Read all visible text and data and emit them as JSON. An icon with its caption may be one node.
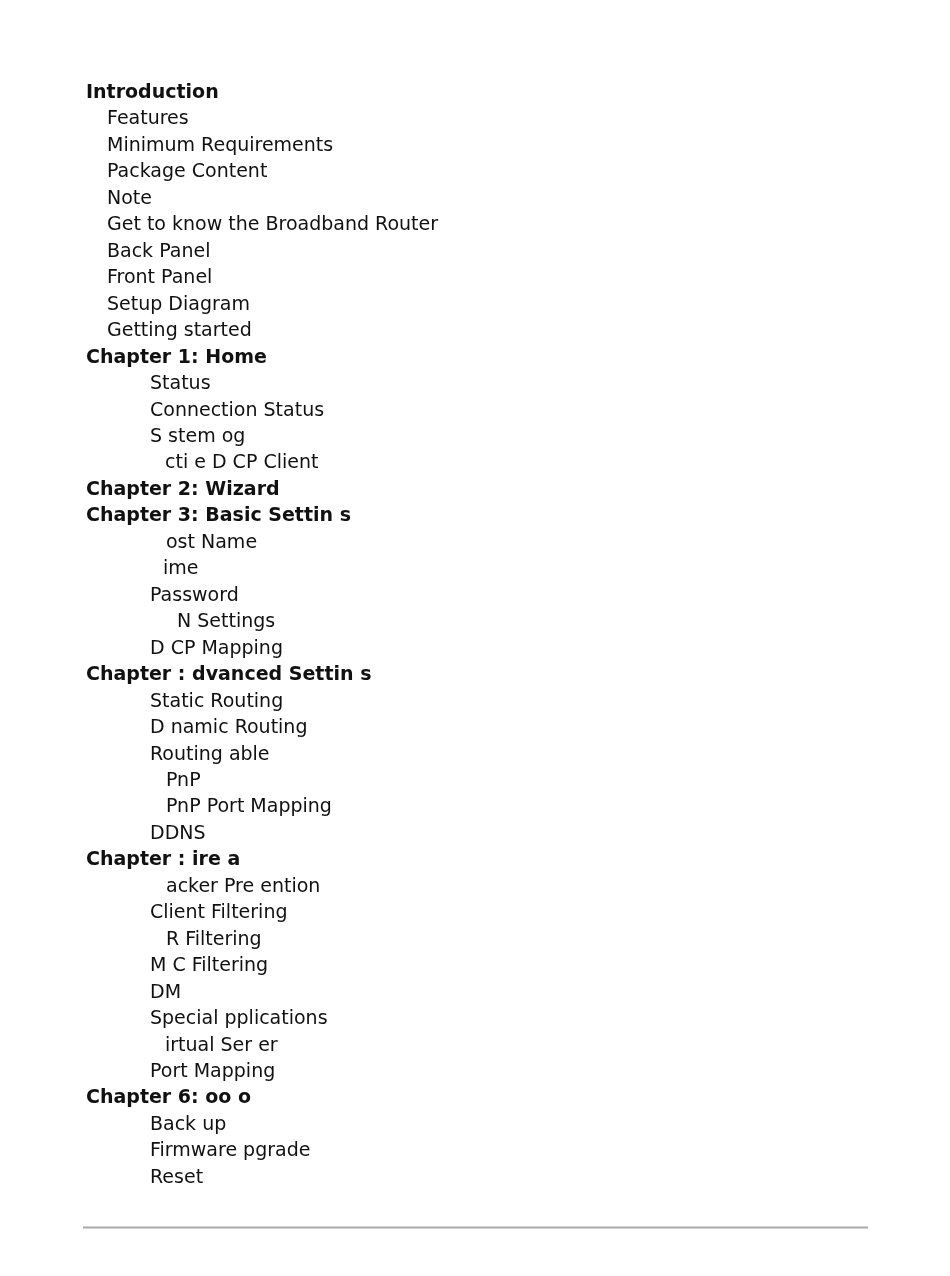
{
  "diagram": {
    "labels": [
      "Introduction",
      "Features",
      "Minimum Requirements",
      "Package Content",
      "Note",
      "Get to know the Broadband Router",
      "Back Panel",
      "Front Panel",
      "Setup Diagram",
      "Getting started",
      "Chapter 1: Home",
      "Status",
      "Connection Status",
      "S stem og",
      "cti e D CP Client",
      "Chapter 2: Wizard",
      "Chapter 3: Basic Settin s",
      "ost Name",
      "ime",
      "Password",
      "N Settings",
      "D CP Mapping",
      "Chapter : dvanced Settin s",
      "Static Routing",
      "D namic Routing",
      "Routing able",
      "PnP",
      "PnP Port Mapping",
      "DDNS",
      "Chapter : ire a",
      "acker Pre ention",
      "Client Filtering",
      "R Filtering",
      "M C Filtering",
      "DM",
      "Special pplications",
      "irtual Ser er",
      "Port Mapping",
      "Chapter 6: oo o",
      "Back up",
      "Firmware pgrade",
      "Reset"
    ]
  }
}
